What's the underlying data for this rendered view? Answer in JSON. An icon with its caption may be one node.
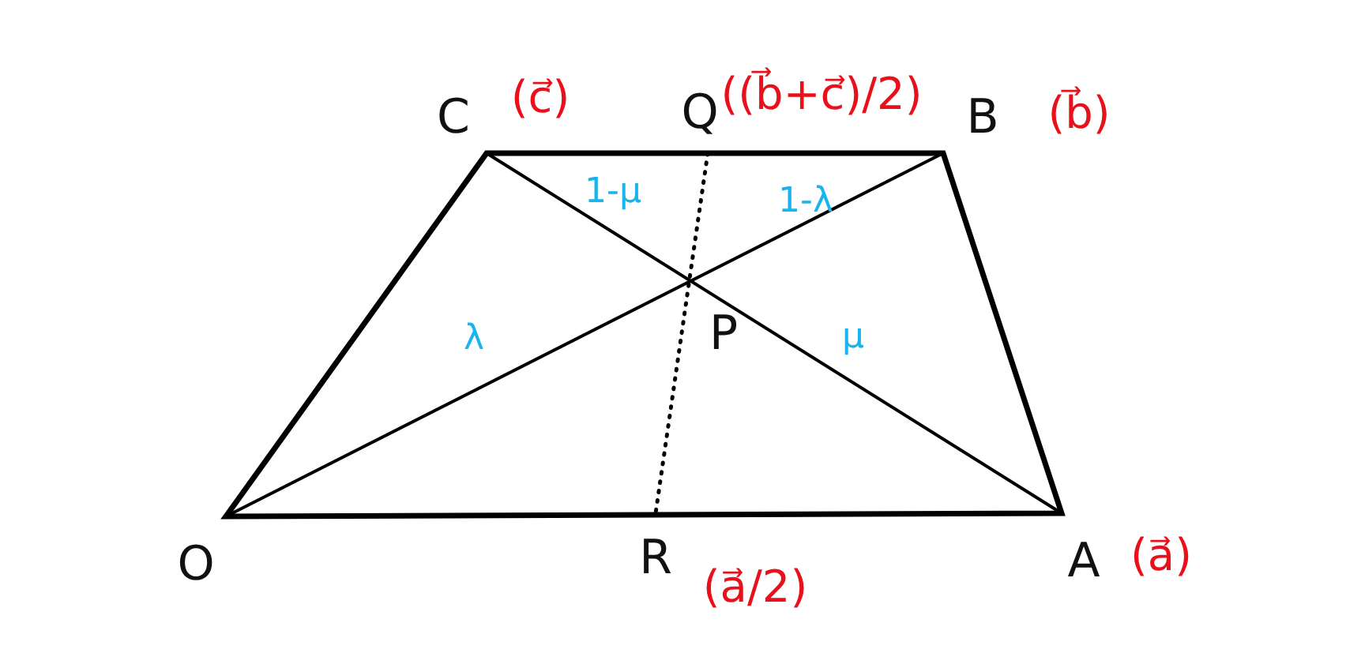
{
  "diagram": {
    "labels": [
      "C",
      "(c⃗)",
      "Q",
      "((b⃗+c⃗)/2)",
      "B",
      "(b⃗)",
      "1-μ",
      "1-λ",
      "λ",
      "P",
      "μ",
      "O",
      "R",
      "(a⃗/2)",
      "A",
      "(a⃗)"
    ]
  }
}
